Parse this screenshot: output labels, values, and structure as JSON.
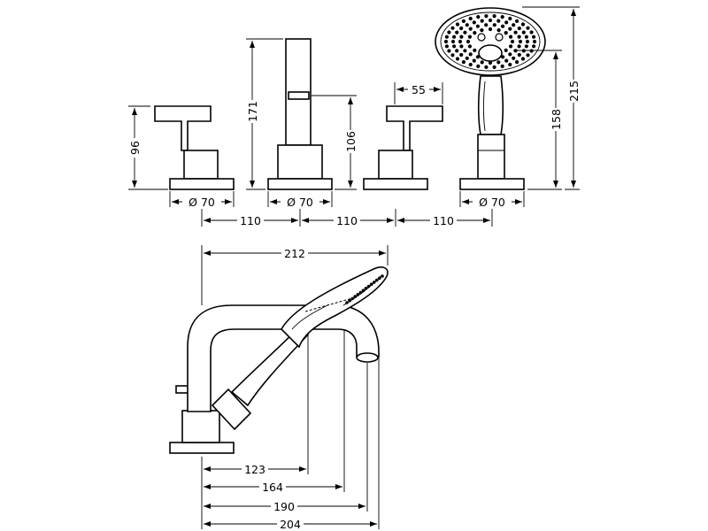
{
  "top_view": {
    "base_dia_left": "Ø 70",
    "base_dia_spout": "Ø 70",
    "base_dia_shower": "Ø 70",
    "spacing_1": "110",
    "spacing_2": "110",
    "spacing_3": "110",
    "handle_height": "96",
    "spout_height": "171",
    "spout_outlet_height": "106",
    "handle_depth": "55",
    "shower_holder_height": "158",
    "shower_total_height": "215"
  },
  "side_view": {
    "total_reach": "212",
    "dim_123": "123",
    "dim_164": "164",
    "dim_190": "190",
    "dim_204": "204"
  }
}
